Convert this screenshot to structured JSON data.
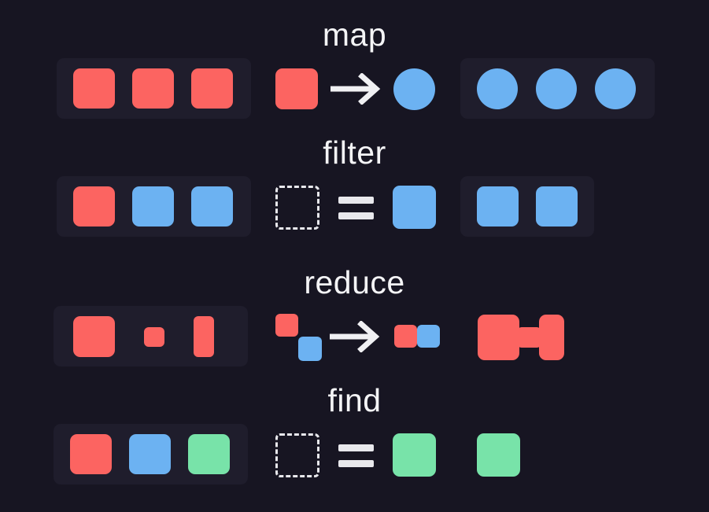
{
  "diagram": {
    "title_concept": "array-higher-order-functions",
    "background_color": "#171522",
    "container_color": "#1f1d2c",
    "palette": {
      "red": "#fc6461",
      "blue": "#6cb2f2",
      "green": "#78e3a9",
      "white": "#e8e8ec"
    },
    "rows": [
      {
        "id": "map",
        "label": "map",
        "input": {
          "has_container": true,
          "items": [
            {
              "shape": "square",
              "color": "red"
            },
            {
              "shape": "square",
              "color": "red"
            },
            {
              "shape": "square",
              "color": "red"
            }
          ]
        },
        "operator": {
          "kind": "transform",
          "from": {
            "shape": "square",
            "color": "red"
          },
          "glyph": "arrow-right",
          "to": {
            "shape": "circle",
            "color": "blue"
          }
        },
        "output": {
          "has_container": true,
          "items": [
            {
              "shape": "circle",
              "color": "blue"
            },
            {
              "shape": "circle",
              "color": "blue"
            },
            {
              "shape": "circle",
              "color": "blue"
            }
          ]
        }
      },
      {
        "id": "filter",
        "label": "filter",
        "input": {
          "has_container": true,
          "items": [
            {
              "shape": "square",
              "color": "red"
            },
            {
              "shape": "square",
              "color": "blue"
            },
            {
              "shape": "square",
              "color": "blue"
            }
          ]
        },
        "operator": {
          "kind": "predicate",
          "subject": {
            "shape": "dashed-square",
            "color": "outline"
          },
          "glyph": "equals",
          "target": {
            "shape": "square",
            "color": "blue"
          }
        },
        "output": {
          "has_container": true,
          "items": [
            {
              "shape": "square",
              "color": "blue"
            },
            {
              "shape": "square",
              "color": "blue"
            }
          ]
        }
      },
      {
        "id": "reduce",
        "label": "reduce",
        "input": {
          "has_container": true,
          "items": [
            {
              "shape": "square-large",
              "color": "red"
            },
            {
              "shape": "square-small",
              "color": "red"
            },
            {
              "shape": "rect-tall",
              "color": "red"
            }
          ]
        },
        "operator": {
          "kind": "combine",
          "accumulator": {
            "shape": "square-small",
            "color": "red"
          },
          "current": {
            "shape": "square-small",
            "color": "blue"
          },
          "glyph": "arrow-right",
          "result": [
            {
              "shape": "square-small",
              "color": "red"
            },
            {
              "shape": "square-small",
              "color": "blue"
            }
          ]
        },
        "output": {
          "has_container": false,
          "items": [
            {
              "shape": "merged-aggregate",
              "color": "red"
            }
          ]
        }
      },
      {
        "id": "find",
        "label": "find",
        "input": {
          "has_container": true,
          "items": [
            {
              "shape": "square",
              "color": "red"
            },
            {
              "shape": "square",
              "color": "blue"
            },
            {
              "shape": "square",
              "color": "green"
            }
          ]
        },
        "operator": {
          "kind": "predicate",
          "subject": {
            "shape": "dashed-square",
            "color": "outline"
          },
          "glyph": "equals",
          "target": {
            "shape": "square",
            "color": "green"
          }
        },
        "output": {
          "has_container": false,
          "items": [
            {
              "shape": "square",
              "color": "green"
            }
          ]
        }
      }
    ]
  }
}
